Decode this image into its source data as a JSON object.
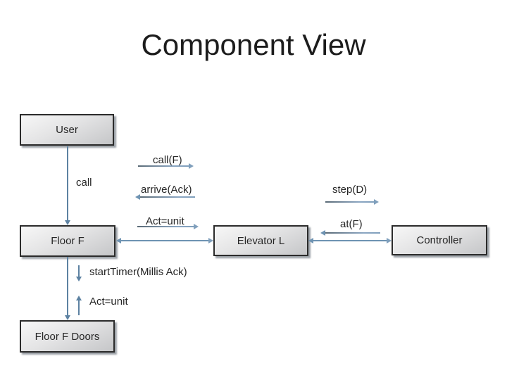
{
  "slide": {
    "title": "Component View"
  },
  "nodes": {
    "user": {
      "label": "User"
    },
    "floor_f": {
      "label": "Floor F"
    },
    "elevator_l": {
      "label": "Elevator L"
    },
    "controller": {
      "label": "Controller"
    },
    "floor_f_doors": {
      "label": "Floor F Doors"
    }
  },
  "messages": {
    "call": "call",
    "call_f": "call(F)",
    "arrive_ack": "arrive(Ack)",
    "act_unit_upper": "Act=unit",
    "step_d": "step(D)",
    "at_f": "at(F)",
    "start_timer": "startTimer(Millis Ack)",
    "act_unit_lower": "Act=unit"
  },
  "colors": {
    "arrow_steel": "#6e93b2",
    "arrow_dark_tail": "#5a6a76",
    "vertical_line": "#5d82a2",
    "box_border": "#2b2b2b",
    "box_fill_light": "#f7f7f7",
    "box_fill_dark": "#c5c6c8",
    "text": "#262626",
    "background": "#ffffff"
  }
}
